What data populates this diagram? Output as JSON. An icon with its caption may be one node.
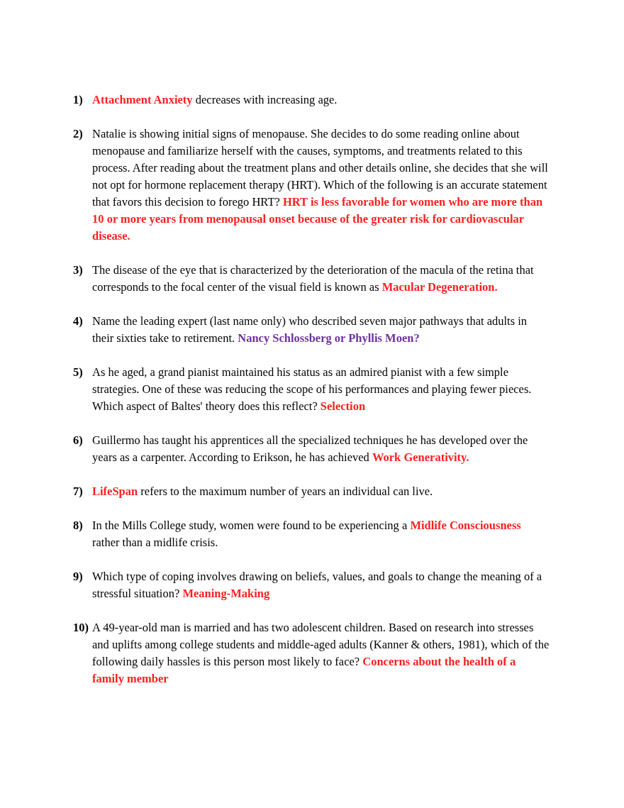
{
  "diagram": {
    "labels": [
      "1)",
      "**Attachment Anxiety** decreases with increasing age.",
      "2)",
      "Natalie is showing initial signs of menopause. She decides to do some reading online about menopause and familiarize herself with the causes, symptoms, and treatments related to this process. After reading about the treatment plans and other details online, she decides that she will not opt for hormone replacement therapy (HRT). Which of the following is an accurate statement that favors this decision to forego HRT? **HRT is less favorable for women who are more than 10 or more years from menopausal onset because of the greater risk for cardiovascular disease.**",
      "3)",
      "The disease of the eye that is characterized by the deterioration of the macula of the retina that corresponds to the focal center of the visual field is known as **Macular Degeneration.**",
      "4)",
      "Name the leading expert (last name only) who described seven major pathways that adults in their sixties take to retirement. **Nancy Schlossberg or Phyllis Moen?**",
      "5)",
      "As he aged, a grand pianist maintained his status as an admired pianist with a few simple strategies. One of these was reducing the scope of his performances and playing fewer pieces. Which aspect of Baltes' theory does this reflect? **Selection**",
      "6)",
      "Guillermo has taught his apprentices all the specialized techniques he has developed over the years as a carpenter. According to Erikson, he has achieved **Work Generativity.**",
      "7)",
      "**LifeSpan** refers to the maximum number of years an individual can live.",
      "8)",
      "In the Mills College study, women were found to be experiencing a **Midlife Consciousness** rather than a midlife crisis.",
      "9)",
      "Which type of coping involves drawing on beliefs, values, and goals to change the meaning of a stressful situation? **Meaning-Making**",
      "10)",
      "A 49-year-old man is married and has two adolescent children. Based on research into stresses and uplifts among college students and middle-aged adults (Kanner & others, 1981), which of the following daily hassles is this person most likely to face? **Concerns about the health of a family member**"
    ]
  }
}
